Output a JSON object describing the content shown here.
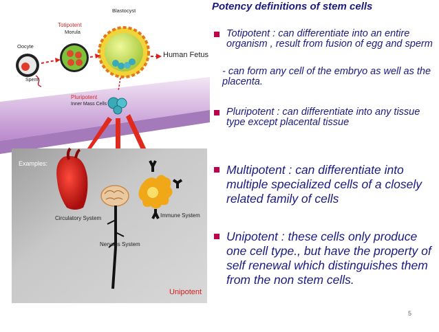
{
  "diagram": {
    "top": {
      "oocyte": "Oocyte",
      "sperm": "Sperm",
      "totipotent": "Totipotent",
      "morula": "Morula",
      "blastocyst": "Blastocyst",
      "human_fetus": "Human Fetus",
      "pluripotent": "Pluripotent",
      "inner_mass": "Inner Mass Cells"
    },
    "examples": {
      "label": "Examples:",
      "circulatory": "Circulatory System",
      "nervous": "Nervous System",
      "immune": "Immune System",
      "unipotent": "Unipotent"
    }
  },
  "content": {
    "title": "Potency definitions of stem cells",
    "totipotent": "Totipotent : can differentiate into an entire organism , result from fusion of egg and sperm",
    "totipotent_sub": "- can form any cell of the embryo as well as the placenta.",
    "pluripotent": "Pluripotent : can  differentiate into any tissue type except placental tissue",
    "multipotent": "Multipotent : can differentiate into multiple specialized cells of a closely related family of cells",
    "unipotent": "Unipotent : these cells only produce one cell type., but have the property of self renewal which distinguishes them from the non stem cells."
  },
  "page_number": "5",
  "colors": {
    "title_text": "#1a1a7a",
    "body_text": "#1a1a80",
    "bullet": "#c0004a",
    "arrow": "#e02020",
    "stage": "#c8a0d8",
    "panel": "#bdbdbd",
    "unipotent_label": "#d02020"
  }
}
